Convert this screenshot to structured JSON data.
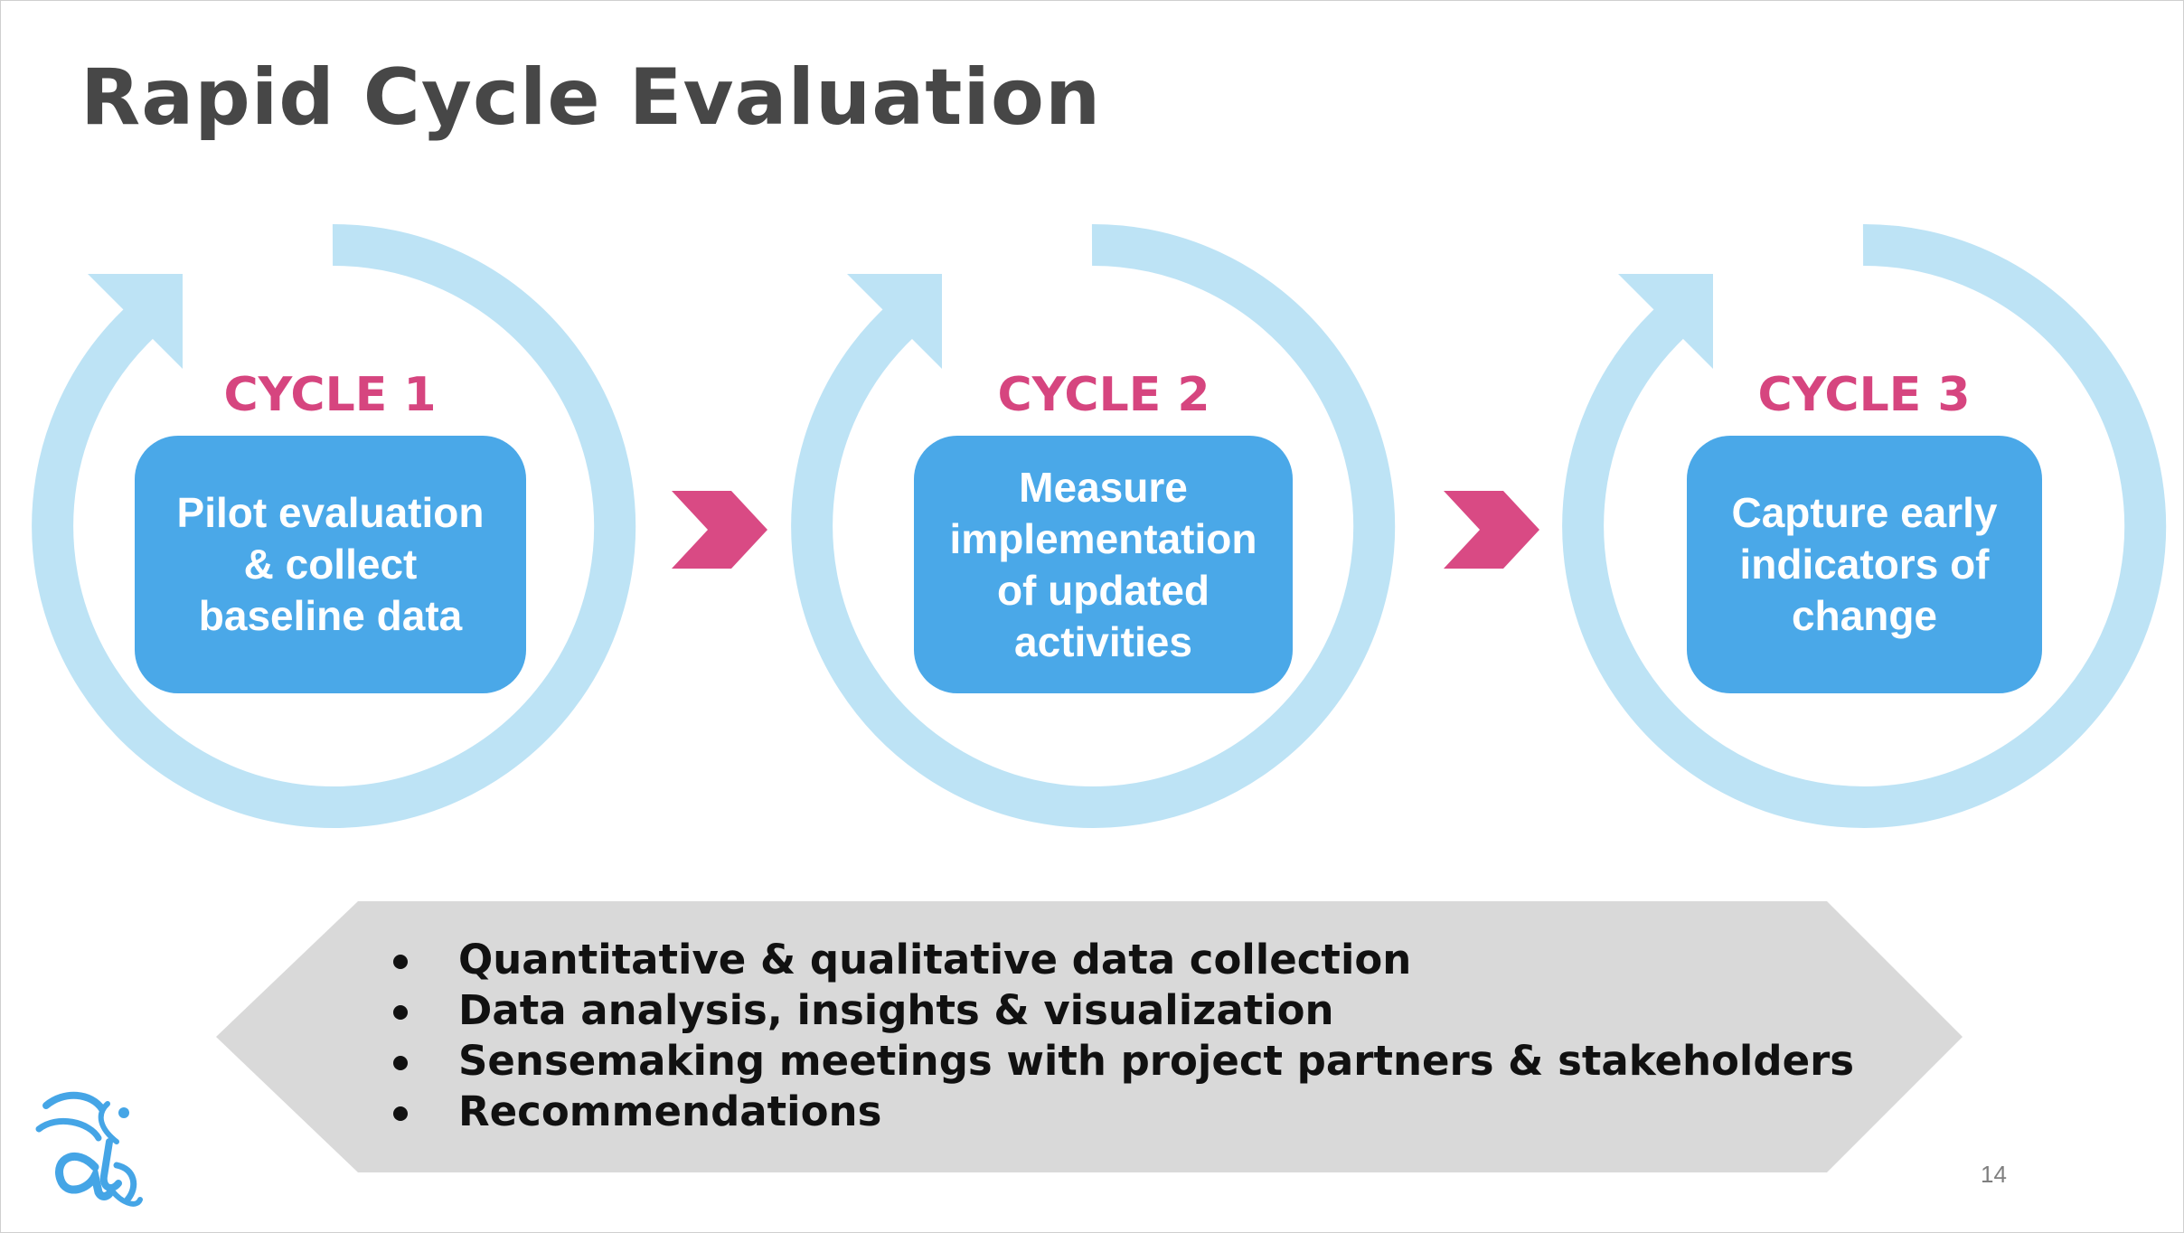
{
  "title": "Rapid Cycle Evaluation",
  "cycles": [
    {
      "label": "CYCLE 1",
      "text": [
        "Pilot evaluation",
        "& collect",
        "baseline data"
      ]
    },
    {
      "label": "CYCLE 2",
      "text": [
        "Measure",
        "implementation",
        "of updated",
        "activities"
      ]
    },
    {
      "label": "CYCLE 3",
      "text": [
        "Capture early",
        "indicators of",
        "change"
      ]
    }
  ],
  "bullets": [
    "Quantitative & qualitative data collection",
    "Data analysis, insights & visualization",
    "Sensemaking meetings with project partners & stakeholders",
    "Recommendations"
  ],
  "page_number": "14",
  "colors": {
    "title": "#474747",
    "cycle_ring": "#bde3f5",
    "cycle_label": "#d6457f",
    "box_fill": "#4aa8e8",
    "chevron": "#d94a84",
    "banner_fill": "#d9d9d9",
    "logo": "#45a5e6"
  },
  "icons": {
    "cycle_arrow": "circular-arrow-icon",
    "step_arrow": "chevron-right-icon",
    "logo": "logo-icon"
  }
}
